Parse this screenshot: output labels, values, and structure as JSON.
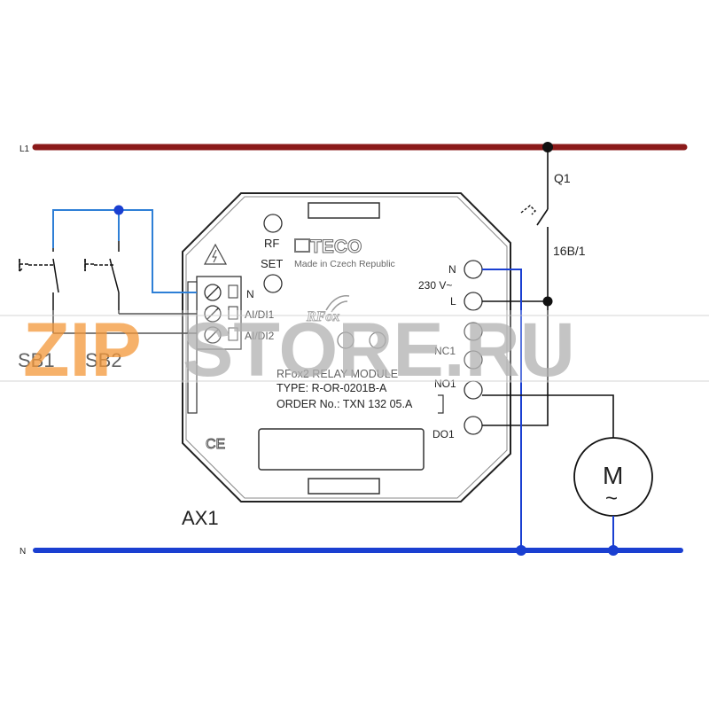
{
  "rails": {
    "top_label": "L1",
    "bottom_label": "N",
    "top_color": "#8b1a1a",
    "bottom_color": "#1a3fd1"
  },
  "switches": {
    "sb1": "SB1",
    "sb2": "SB2"
  },
  "breaker": {
    "name": "Q1",
    "rating": "16B/1"
  },
  "device": {
    "ref": "AX1",
    "rf_label": "RF",
    "set_label": "SET",
    "brand": "TECO",
    "brand_sub": "Made in Czech Republic",
    "rfox_logo": "RFox",
    "ce_mark": "CE",
    "module_title": "RFox2 RELAY MODULE",
    "type_line": "TYPE: R-OR-0201B-A",
    "order_line": "ORDER No.: TXN 132 05.A",
    "left_terminals": [
      "N",
      "AI/DI1",
      "AI/DI2"
    ],
    "right_terminals": [
      "N",
      "L",
      "NC1",
      "NO1",
      "DO1"
    ],
    "supply_label": "230 V~"
  },
  "motor": {
    "letter": "M",
    "symbol": "~"
  },
  "watermark": {
    "text_a": "ZIP",
    "text_b": "STORE.RU",
    "color_a": "#f5a04a",
    "color_b": "#b8b8b8"
  },
  "colors": {
    "wire_black": "#111111",
    "wire_blue": "#1a3fd1",
    "wire_light_blue": "#2e7fd6"
  }
}
